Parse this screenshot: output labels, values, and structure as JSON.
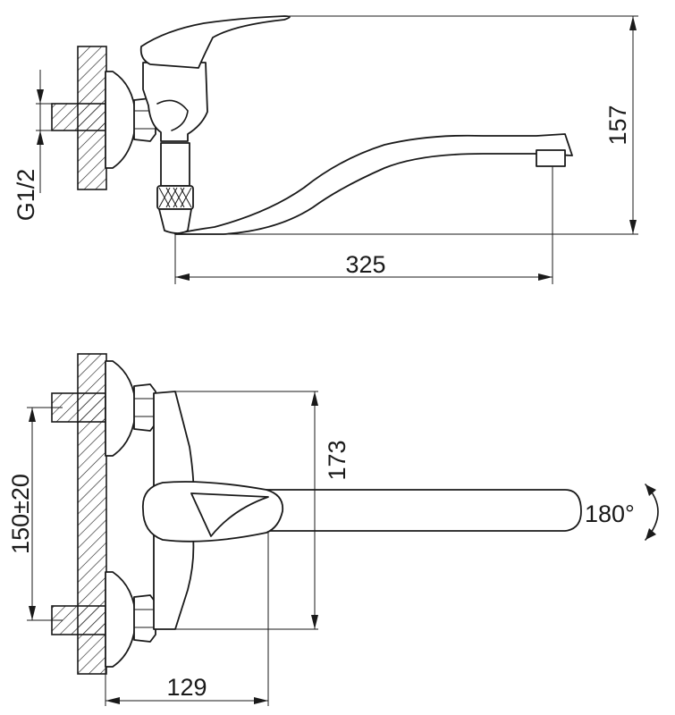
{
  "dimensions": {
    "thread": "G1/2",
    "spout_reach": "325",
    "total_height": "157",
    "body_height": "173",
    "center_distance": "150±20",
    "depth": "129",
    "rotation": "180°"
  }
}
